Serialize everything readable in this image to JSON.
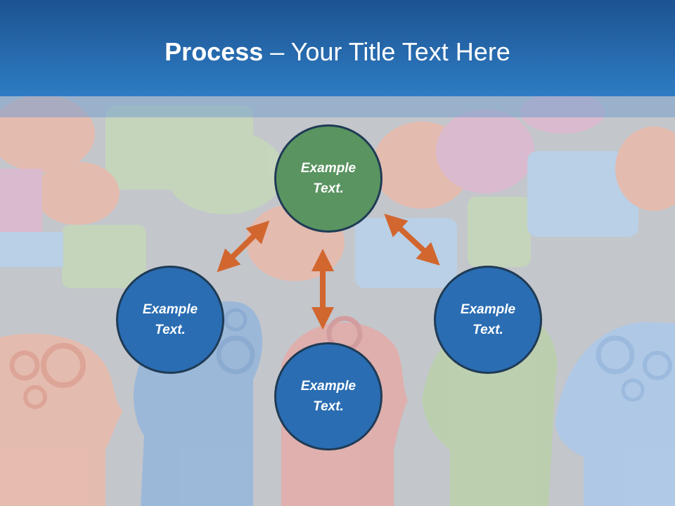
{
  "title": {
    "bold": "Process",
    "rest": " – Your Title Text Here"
  },
  "colors": {
    "accent": "#d2662f",
    "node_blue": "#2a6db3",
    "node_green": "#5a9461",
    "header": "#2a6db3"
  },
  "nodes": {
    "top": "Example Text.",
    "left": "Example Text.",
    "bottom": "Example Text.",
    "right": "Example Text."
  }
}
